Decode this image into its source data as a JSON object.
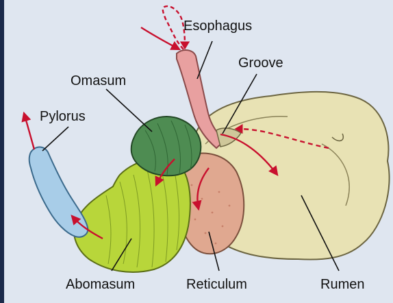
{
  "labels": {
    "esophagus": "Esophagus",
    "groove": "Groove",
    "omasum": "Omasum",
    "pylorus": "Pylorus",
    "abomasum": "Abomasum",
    "reticulum": "Reticulum",
    "rumen": "Rumen"
  },
  "colors": {
    "background": "#dfe6f0",
    "frame": "#1b2a4a",
    "rumen": "#e8e2b4",
    "reticulum": "#e0a890",
    "omasum": "#4e8c52",
    "abomasum": "#b8d63a",
    "pylorus": "#a8cde8",
    "esophagus": "#e8a0a0",
    "flow_arrow": "#c8102e",
    "leader_line": "#111111"
  }
}
